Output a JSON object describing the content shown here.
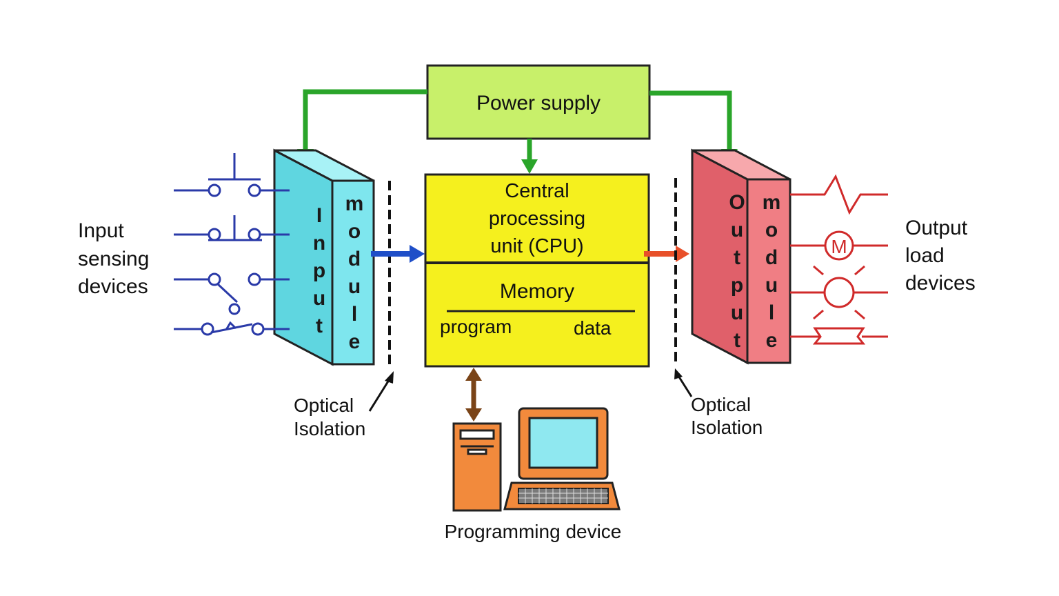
{
  "power_supply": {
    "label": "Power supply"
  },
  "cpu": {
    "line1": "Central",
    "line2": "processing",
    "line3": "unit (CPU)",
    "memory_label": "Memory",
    "program_label": "program",
    "data_label": "data"
  },
  "input_module": {
    "word1": [
      "I",
      "n",
      "p",
      "u",
      "t"
    ],
    "word2": [
      "m",
      "o",
      "d",
      "u",
      "l",
      "e"
    ]
  },
  "output_module": {
    "word1": [
      "O",
      "u",
      "t",
      "p",
      "u",
      "t"
    ],
    "word2": [
      "m",
      "o",
      "d",
      "u",
      "l",
      "e"
    ]
  },
  "input_devices": {
    "line1": "Input",
    "line2": "sensing",
    "line3": "devices"
  },
  "output_devices": {
    "line1": "Output",
    "line2": "load",
    "line3": "devices"
  },
  "optical_left": {
    "line1": "Optical",
    "line2": "Isolation"
  },
  "optical_right": {
    "line1": "Optical",
    "line2": "Isolation"
  },
  "programming_device": {
    "label": "Programming device"
  },
  "motor_symbol": {
    "label": "M"
  },
  "colors": {
    "power_fill": "#c8f06a",
    "cpu_fill": "#f5f01e",
    "input_fill": "#7ee6ee",
    "output_fill": "#f07e84",
    "green_line": "#2aa52a",
    "blue_arrow": "#1f4fc8",
    "red_arrow": "#e8502a",
    "brown_arrow": "#7a4418",
    "input_wire": "#2a3aa8",
    "output_wire": "#d02a2a",
    "computer_fill": "#f28a3c",
    "screen_fill": "#8fe8f0"
  }
}
